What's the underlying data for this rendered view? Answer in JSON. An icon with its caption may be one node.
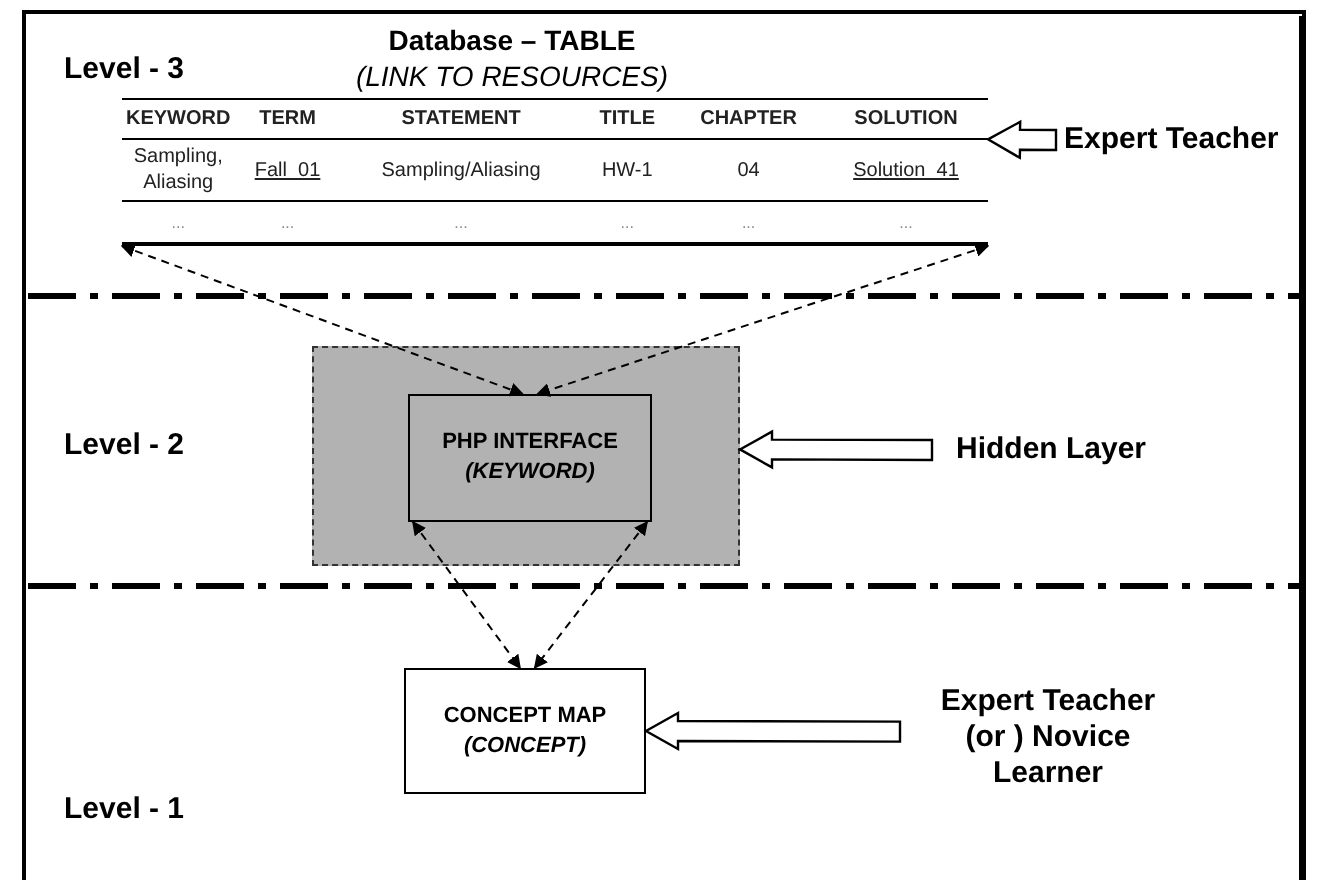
{
  "diagram": {
    "nodes": [
      {
        "text": [
          "Database – TABLE",
          "(LINK TO RESOURCES)"
        ]
      },
      {
        "text": [],
        "shape": "box"
      },
      {
        "text": [
          "PHP INTERFACE",
          "(KEYWORD)"
        ],
        "in": 1
      },
      {
        "text": [
          "CONCEPT MAP",
          "(CONCEPT)"
        ]
      },
      {
        "text": [
          "Expert Teacher"
        ]
      },
      {
        "text": [
          "Hidden Layer"
        ]
      },
      {
        "text": [
          "Expert Teacher (or ) Novice Learner"
        ]
      }
    ],
    "edges": [
      {
        "from": 0,
        "to": 2,
        "arrow": "both",
        "style": "dashed"
      },
      {
        "from": 0,
        "to": 2,
        "arrow": "both",
        "style": "dashed"
      },
      {
        "from": 2,
        "to": 3,
        "arrow": "both",
        "style": "dashed"
      },
      {
        "from": 2,
        "to": 3,
        "arrow": "both",
        "style": "dashed"
      },
      {
        "from": 4,
        "to": 0,
        "arrow": "to",
        "style": "thick"
      },
      {
        "from": 5,
        "to": 1,
        "arrow": "to",
        "style": "thick"
      },
      {
        "from": 6,
        "to": 3,
        "arrow": "to",
        "style": "thick"
      }
    ],
    "labels": [
      "Level - 3",
      "KEYWORD",
      "TERM",
      "STATEMENT",
      "TITLE",
      "CHAPTER",
      "SOLUTION",
      "Sampling, Aliasing",
      "Fall_01",
      "Sampling/Aliasing",
      "HW-1",
      "04",
      "Solution_41",
      "...",
      "...",
      "...",
      "...",
      "...",
      "...",
      "Level - 2",
      "Level - 1"
    ]
  }
}
